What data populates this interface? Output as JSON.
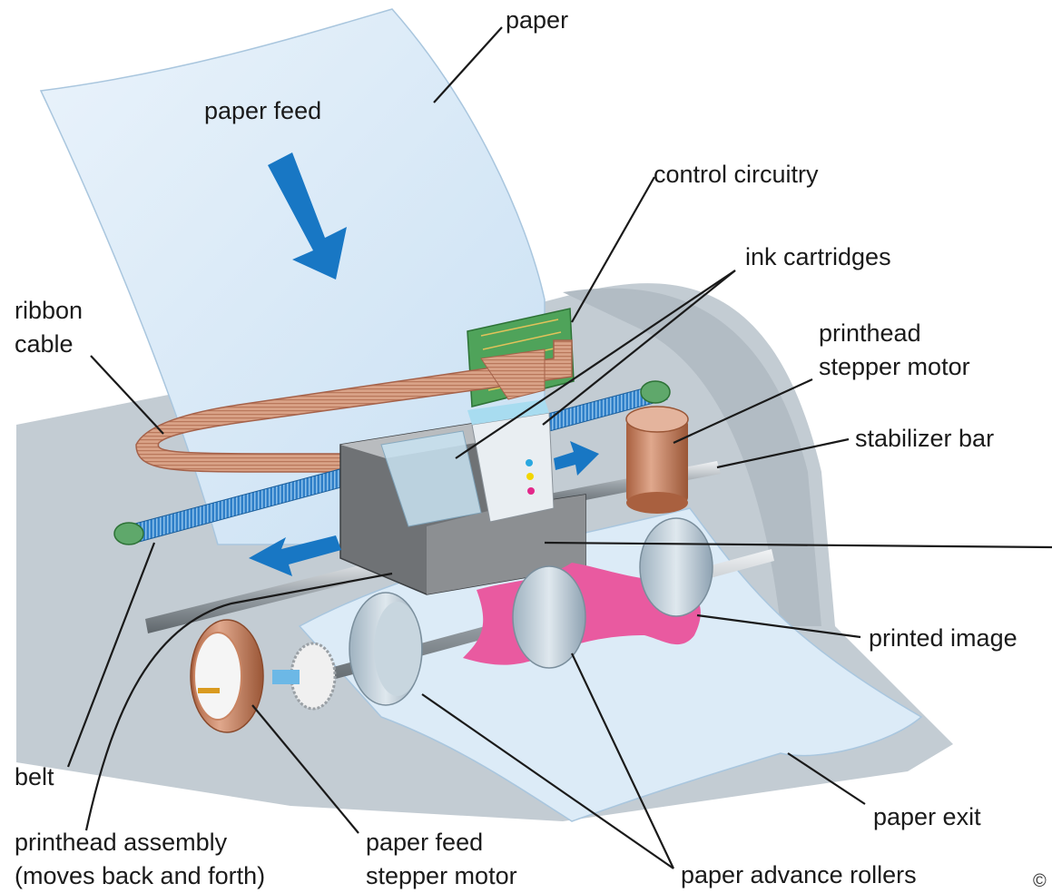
{
  "labels": {
    "paper": "paper",
    "paper_feed": "paper feed",
    "control_circuitry": "control circuitry",
    "ink_cartridges": "ink cartridges",
    "ribbon_cable_1": "ribbon",
    "ribbon_cable_2": "cable",
    "printhead_stepper_motor_1": "printhead",
    "printhead_stepper_motor_2": "stepper motor",
    "stabilizer_bar": "stabilizer bar",
    "printed_image": "printed image",
    "belt": "belt",
    "printhead_assembly_1": "printhead assembly",
    "printhead_assembly_2": "(moves back and forth)",
    "paper_feed_stepper_motor_1": "paper feed",
    "paper_feed_stepper_motor_2": "stepper motor",
    "paper_advance_rollers": "paper advance rollers",
    "paper_exit": "paper exit",
    "copyright": "©"
  },
  "colors": {
    "paper": "#dcebf7",
    "housing": "#c3ccd3",
    "arrow": "#1877c4",
    "ribbon": "#d9a287",
    "belt": "#2f7fc8",
    "motor": "#c07a5e",
    "carriage": "#6f7275",
    "image": "#e95aa0",
    "circuit": "#4fa35a"
  },
  "icons": [
    "arrow-down-icon",
    "arrow-left-icon",
    "arrow-right-icon"
  ]
}
